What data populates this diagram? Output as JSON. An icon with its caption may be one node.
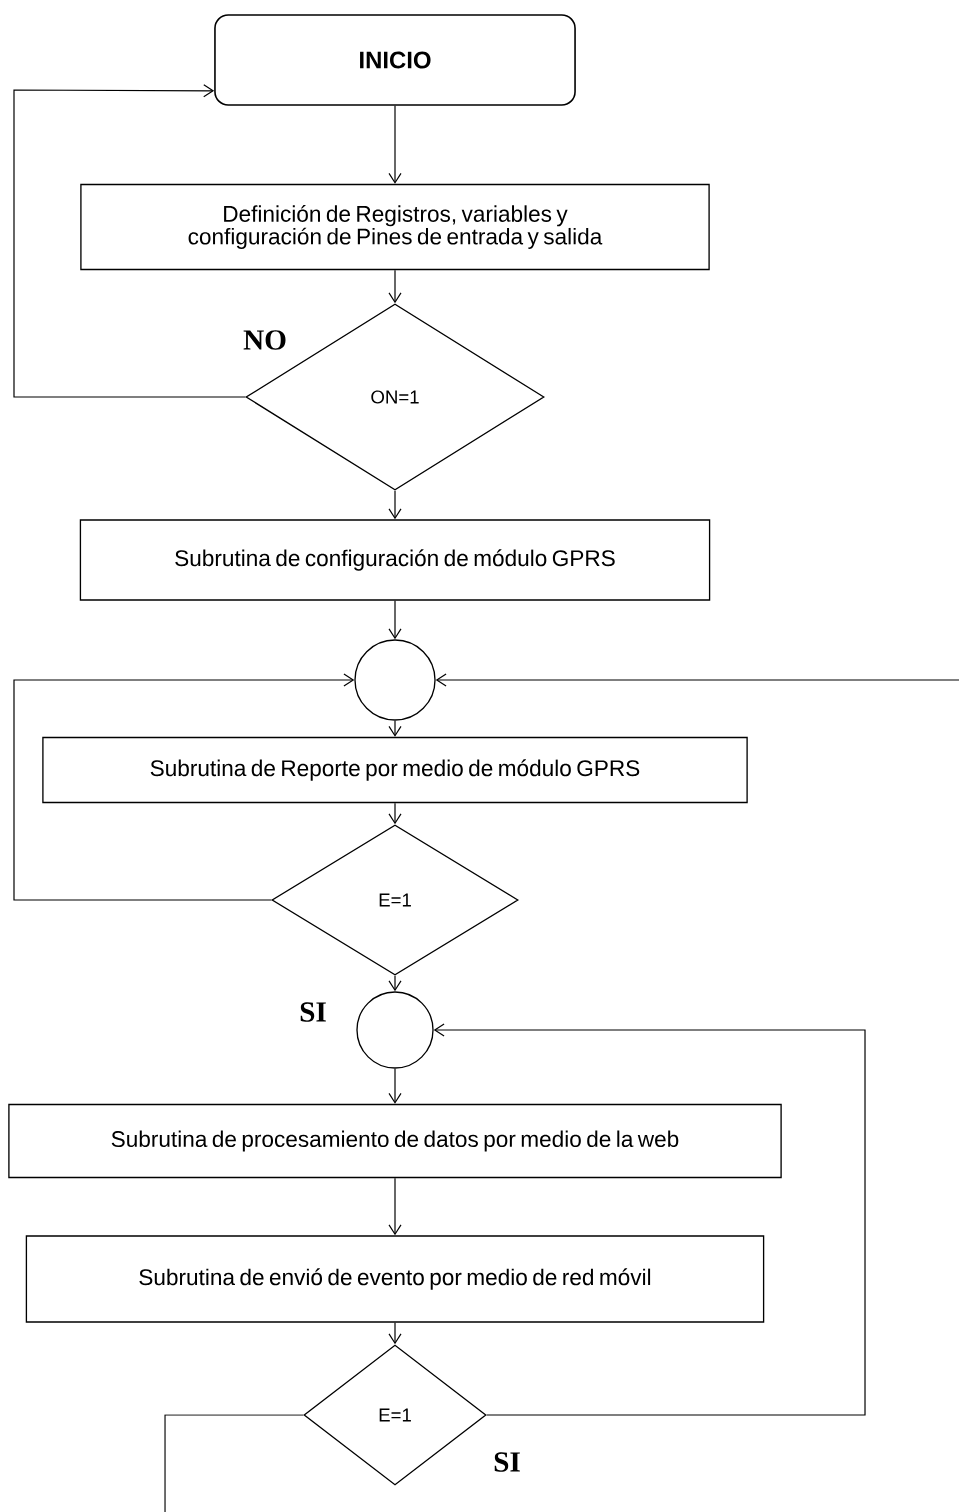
{
  "diagram": {
    "nodes": [
      {
        "text": [
          "INICIO"
        ]
      },
      {
        "text": [
          "Definición de Registros, variables y configuración de Pines de entrada y salida"
        ]
      },
      {
        "text": [
          "ON=1"
        ]
      },
      {
        "text": [
          "Subrutina de configuración de módulo GPRS"
        ]
      },
      {
        "text": [],
        "shape": "circle"
      },
      {
        "text": [
          "Subrutina de Reporte por medio de módulo GPRS"
        ]
      },
      {
        "text": [
          "E=1"
        ]
      },
      {
        "text": [],
        "shape": "circle"
      },
      {
        "text": [
          "Subrutina de procesamiento de datos por medio de la web"
        ]
      },
      {
        "text": [
          "Subrutina de envió de evento por medio de red móvil"
        ]
      },
      {
        "text": [
          "E=1"
        ]
      }
    ],
    "edges": [
      {
        "from": 0,
        "to": 1,
        "arrow": "to"
      },
      {
        "from": 1,
        "to": 2,
        "arrow": "to"
      },
      {
        "from": 2,
        "to": 0,
        "arrow": "to",
        "label": "NO"
      },
      {
        "from": 2,
        "to": 3,
        "arrow": "to"
      },
      {
        "from": 3,
        "to": 4,
        "arrow": "to"
      },
      {
        "from": 4,
        "to": 5,
        "arrow": "to"
      },
      {
        "from": 5,
        "to": 6,
        "arrow": "to"
      },
      {
        "from": 6,
        "to": 4,
        "arrow": "to"
      },
      {
        "from": 6,
        "to": 7,
        "arrow": "to",
        "label": "SI"
      },
      {
        "from": null,
        "to": 4,
        "arrow": "to"
      },
      {
        "from": 7,
        "to": 8,
        "arrow": "to"
      },
      {
        "from": 8,
        "to": 9,
        "arrow": "to"
      },
      {
        "from": 9,
        "to": 10,
        "arrow": "to"
      },
      {
        "from": 10,
        "to": 7,
        "arrow": "to",
        "label": "SI"
      },
      {
        "from": 10,
        "to": null,
        "arrow": "none"
      }
    ]
  }
}
